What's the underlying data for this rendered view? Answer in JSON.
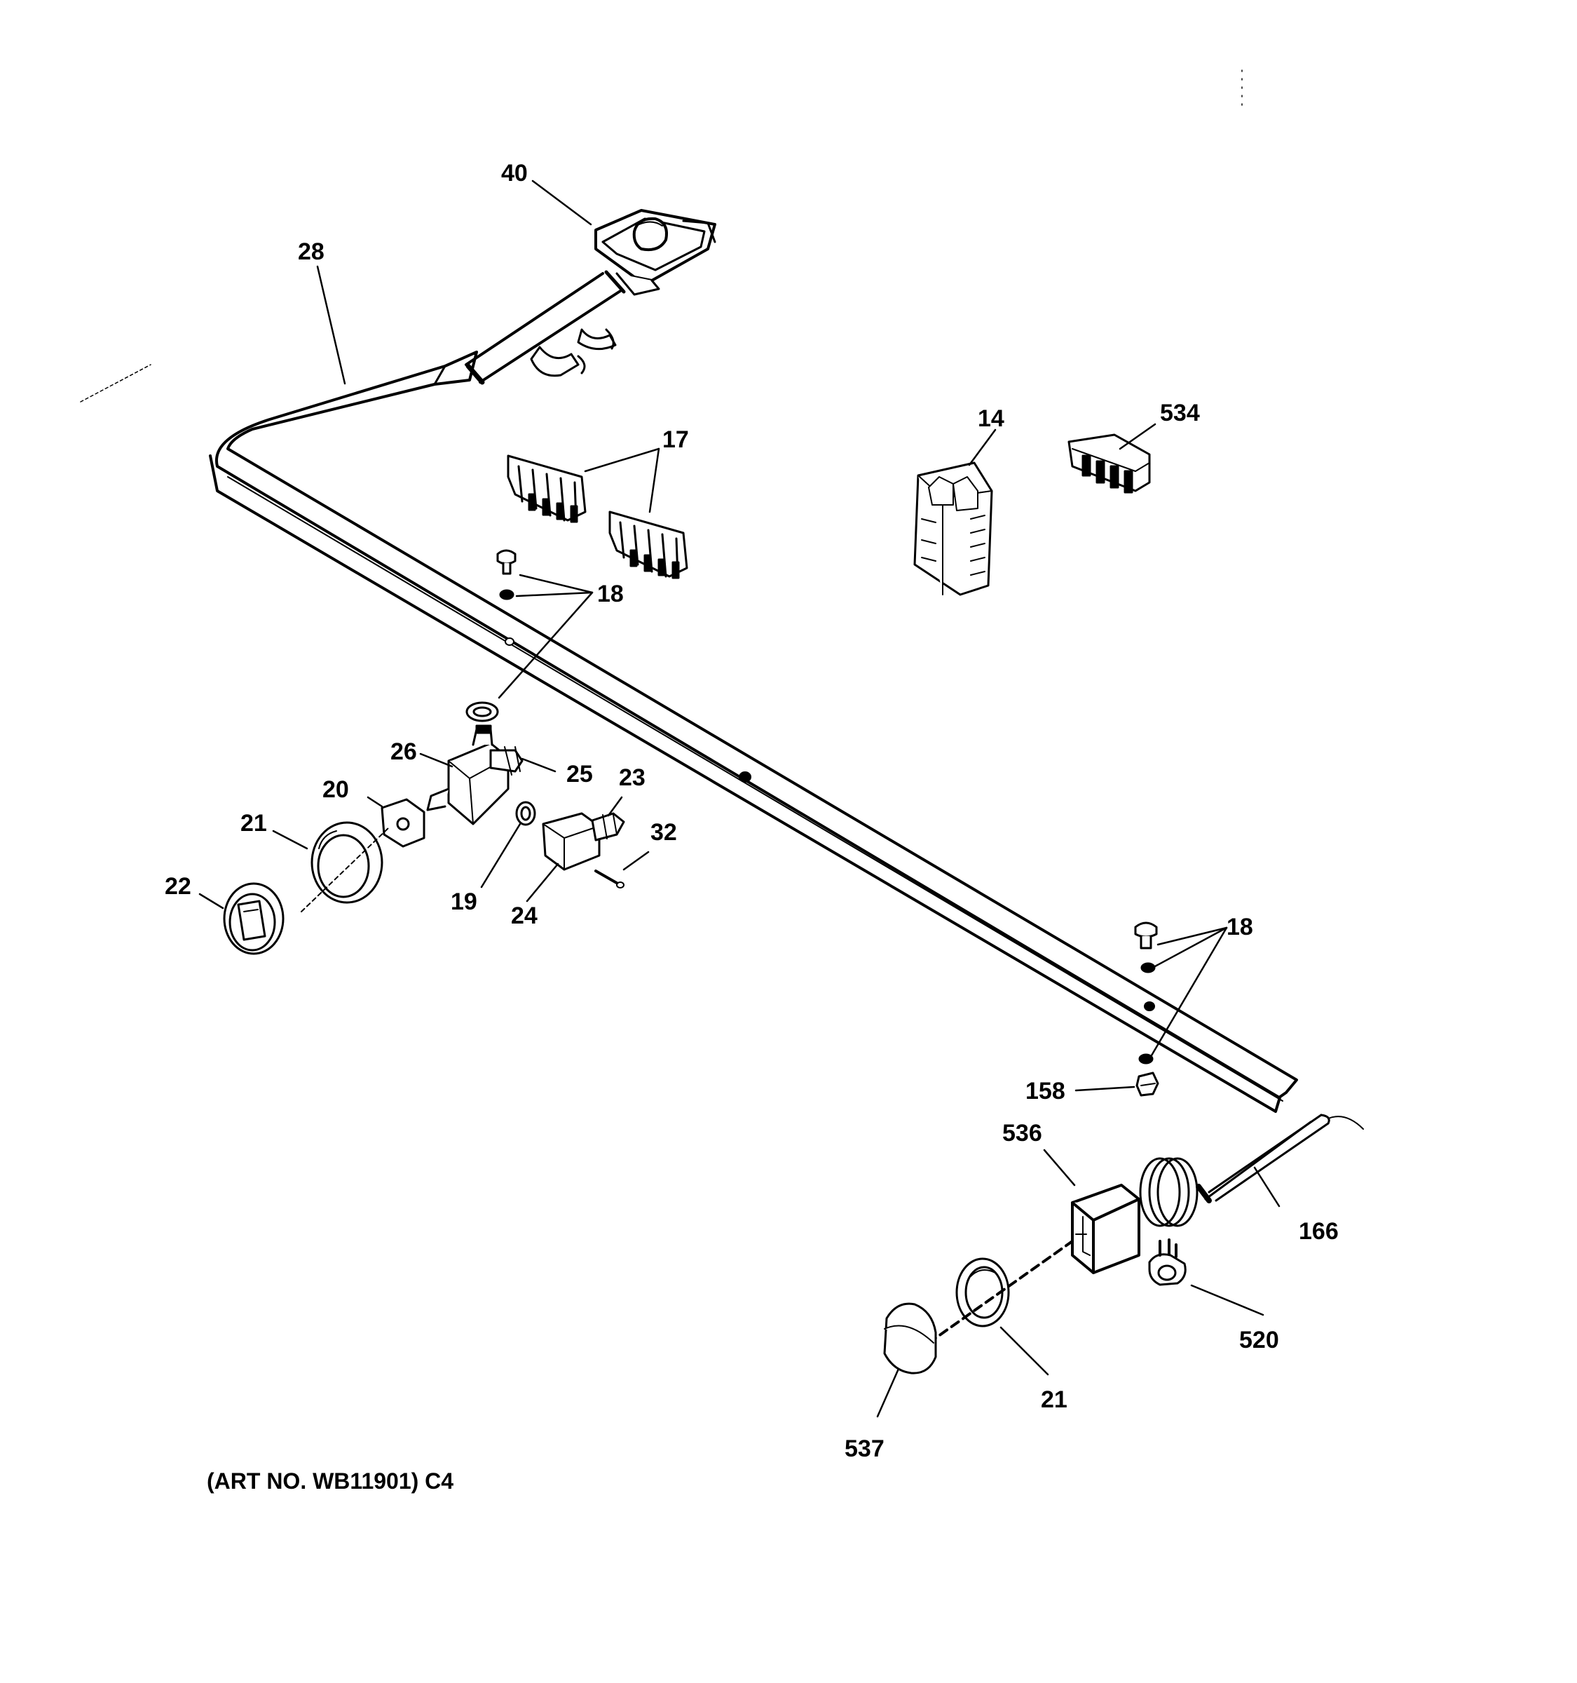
{
  "callouts": {
    "c40": "40",
    "c28": "28",
    "c14": "14",
    "c534": "534",
    "c17": "17",
    "c18a": "18",
    "c26": "26",
    "c25": "25",
    "c20": "20",
    "c23": "23",
    "c21a": "21",
    "c32": "32",
    "c22": "22",
    "c19": "19",
    "c24": "24",
    "c18b": "18",
    "c158": "158",
    "c536": "536",
    "c166": "166",
    "c520": "520",
    "c21b": "21",
    "c537": "537"
  },
  "art_number": "(ART NO. WB11901) C4",
  "colors": {
    "ink": "#000000",
    "paper": "#ffffff"
  }
}
